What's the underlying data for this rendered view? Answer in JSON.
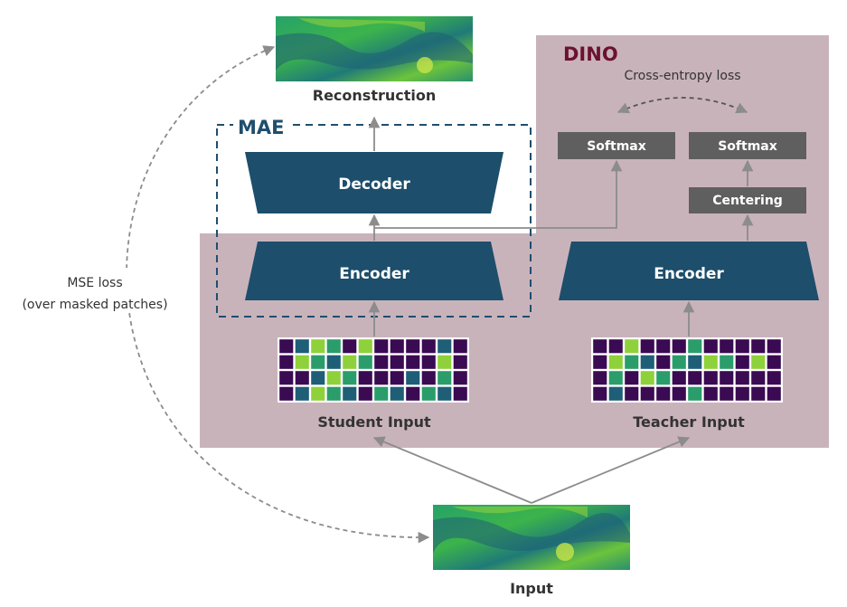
{
  "labels": {
    "reconstruction": "Reconstruction",
    "input": "Input",
    "student_input": "Student Input",
    "teacher_input": "Teacher Input",
    "mae": "MAE",
    "dino": "DINO",
    "cross_entropy": "Cross-entropy loss",
    "mse_line1": "MSE loss",
    "mse_line2": "(over masked patches)"
  },
  "blocks": {
    "decoder": "Decoder",
    "student_encoder": "Encoder",
    "teacher_encoder": "Encoder",
    "softmax_left": "Softmax",
    "softmax_right": "Softmax",
    "centering": "Centering"
  },
  "colors": {
    "dino_region": "#c9b3bb",
    "dino_title": "#6b1230",
    "mae_title": "#1f4e6e",
    "block": "#1d4e6b",
    "small_block": "#5f5f5f",
    "arrow": "#8c8c8c",
    "mask": "#3a0a52",
    "terrain_dark": "#1f5e77",
    "terrain_mid": "#2a9d6a",
    "terrain_light": "#8fd13a"
  }
}
